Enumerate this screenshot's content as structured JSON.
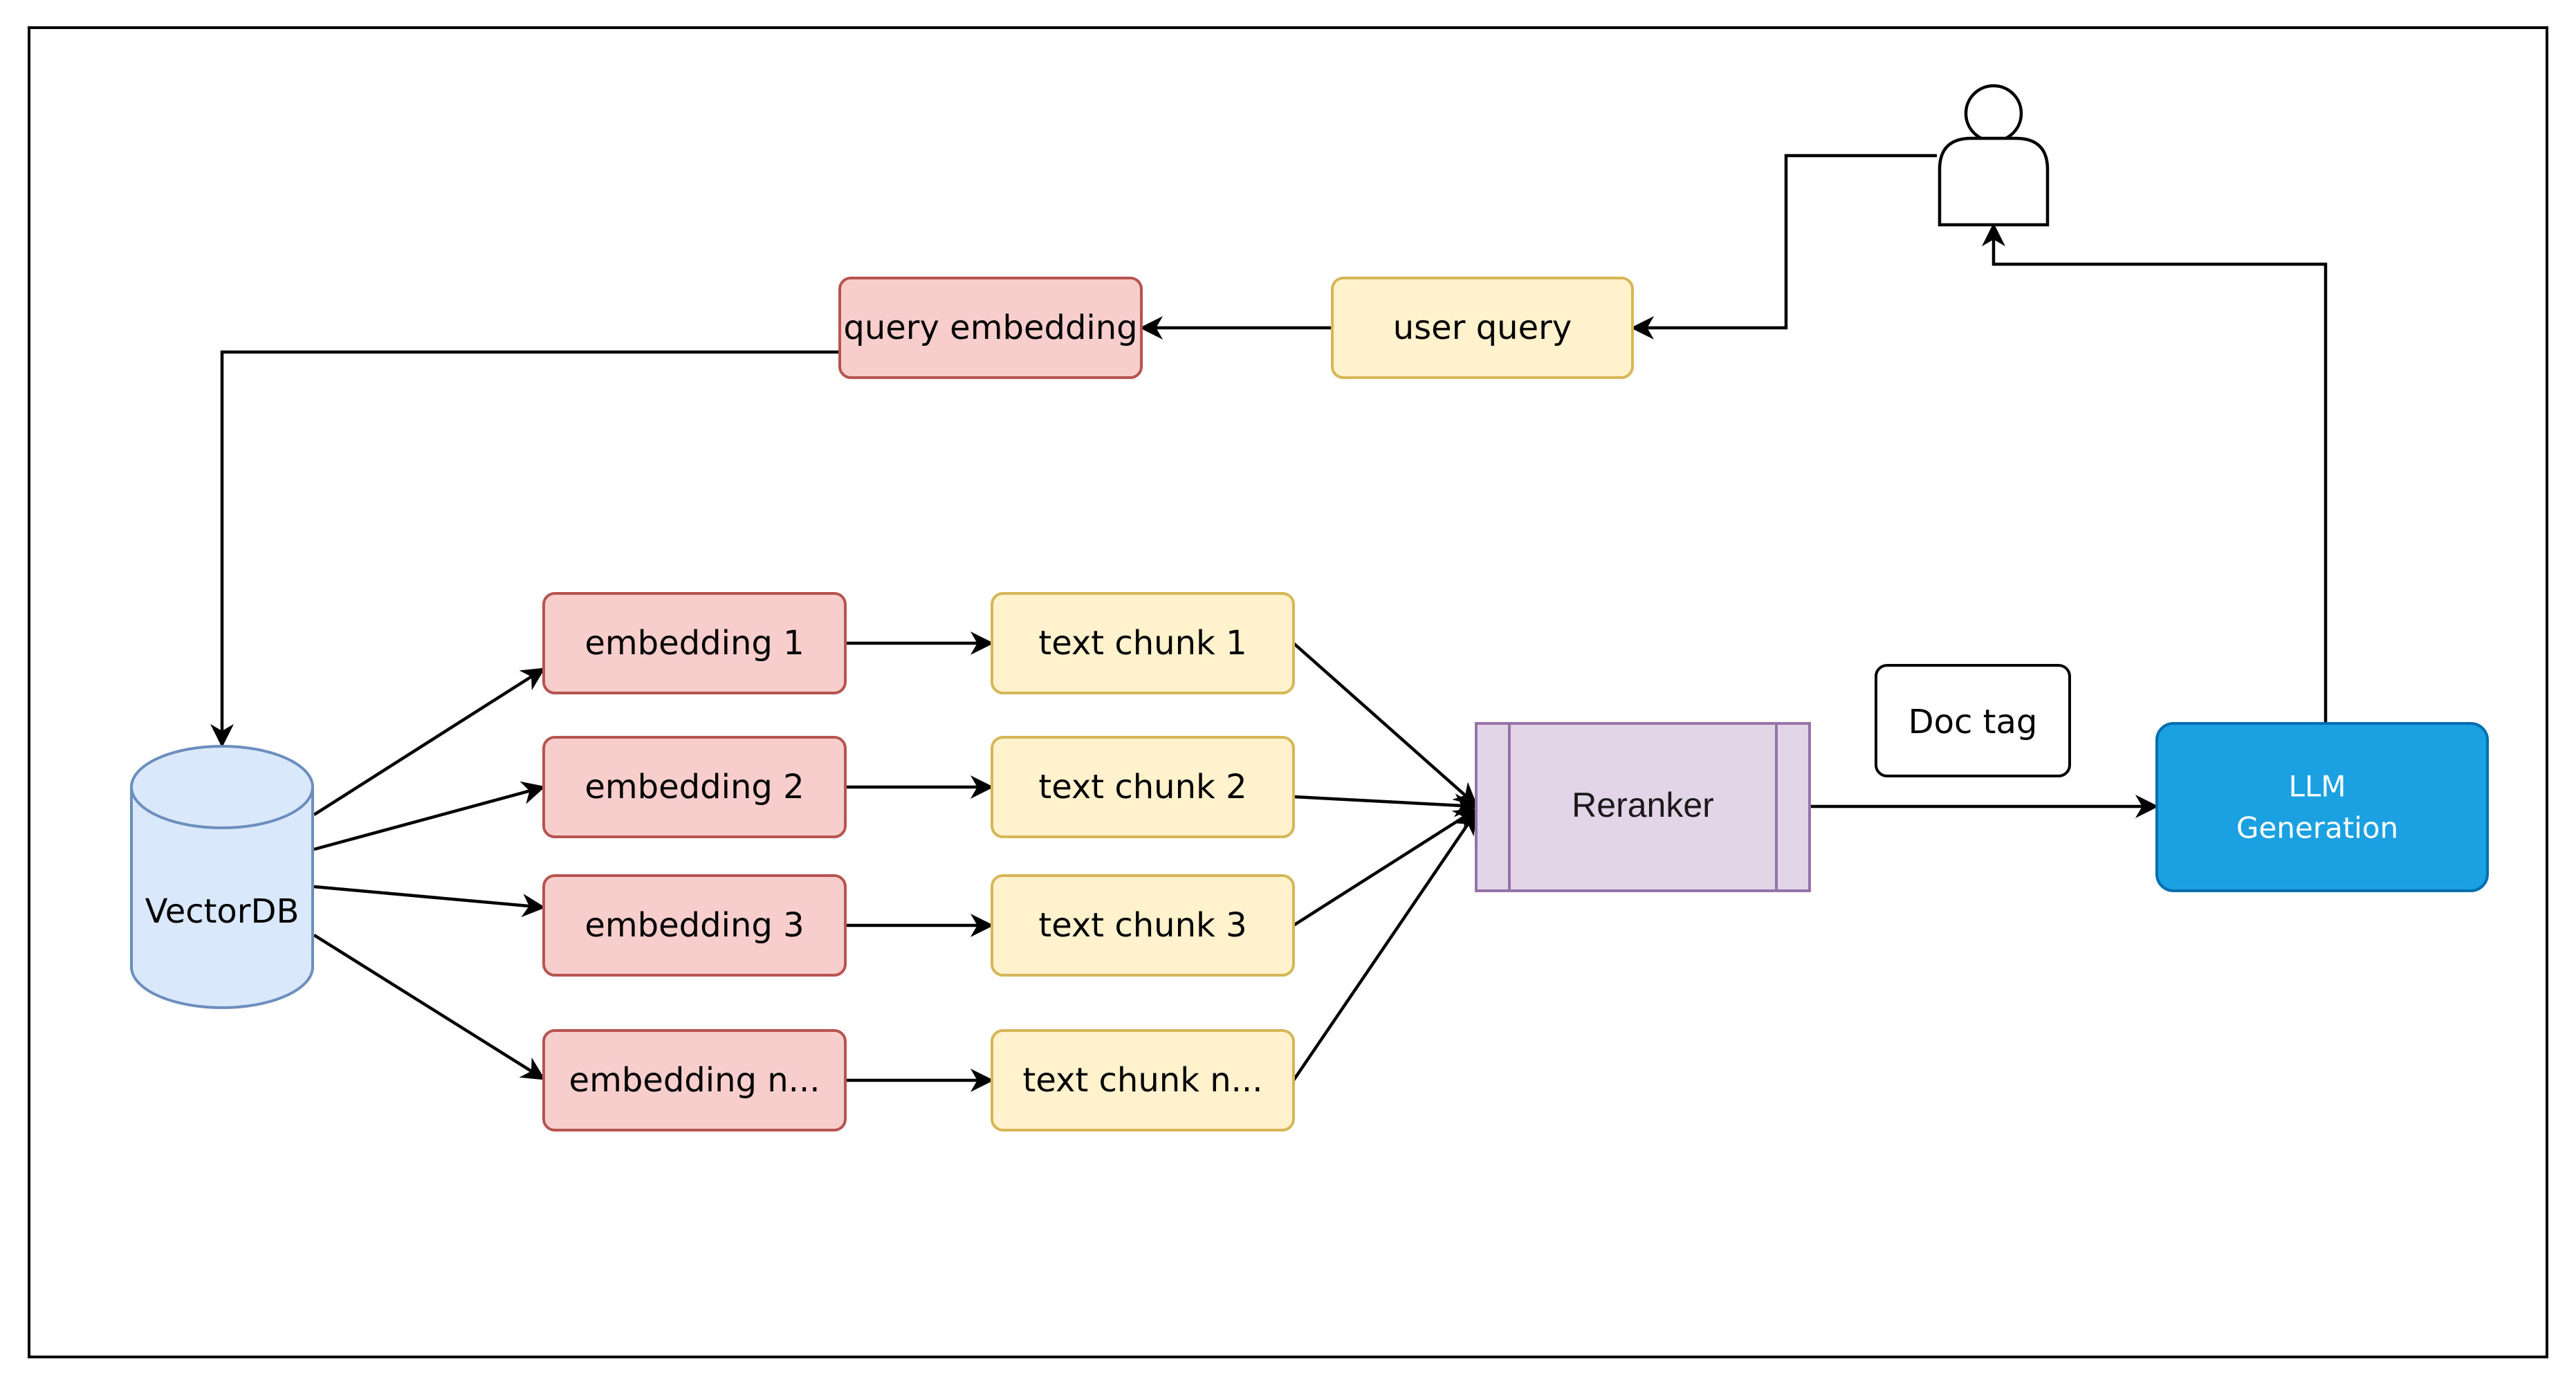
{
  "nodes": {
    "user_query": "user query",
    "query_embedding": "query embedding",
    "vectordb": "VectorDB",
    "embeddings": [
      "embedding 1",
      "embedding 2",
      "embedding 3",
      "embedding n..."
    ],
    "text_chunks": [
      "text chunk 1",
      "text chunk 2",
      "text chunk 3",
      "text chunk n..."
    ],
    "reranker": "Reranker",
    "doc_tag": "Doc tag",
    "llm_line1": "LLM",
    "llm_line2": "Generation"
  },
  "colors": {
    "embedding_fill": "#f8cecc",
    "embedding_stroke": "#b85450",
    "chunk_fill": "#fff2cc",
    "chunk_stroke": "#d6b656",
    "db_fill": "#dae8fc",
    "db_stroke": "#6c8ebf",
    "reranker_fill": "#e1d5e7",
    "reranker_stroke": "#9673a6",
    "llm_fill": "#1ba1e2",
    "llm_stroke": "#006eaf"
  }
}
